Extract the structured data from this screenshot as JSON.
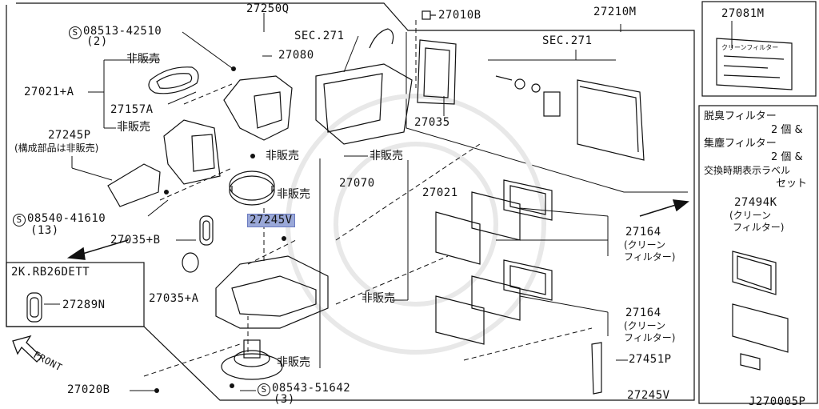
{
  "diagram": {
    "code": "J270005P",
    "sections": {
      "engine_box": "2K.RB26DETT",
      "front": "FRONT"
    },
    "labels": {
      "p27250q": "27250Q",
      "p27010b": "27010B",
      "p27210m": "27210M",
      "p27081m": "27081M",
      "s08513": "08513-42510",
      "s08513_qty": "(2)",
      "sec271_a": "SEC.271",
      "sec271_b": "SEC.271",
      "p27080": "27080",
      "hihanbai_1": "非販売",
      "p27021a": "27021+A",
      "p27157a": "27157A",
      "hihanbai_2": "非販売",
      "p27245p": "27245P",
      "p27245p_note": "(構成部品は非販売)",
      "p27035": "27035",
      "hihanbai_3": "非販売",
      "hihanbai_4": "非販売",
      "p27070": "27070",
      "hihanbai_5": "非販売",
      "p27021": "27021",
      "p27245v_hl": "27245V",
      "s08540": "08540-41610",
      "s08540_qty": "(13)",
      "p27035b": "27035+B",
      "p27164_a": "27164",
      "p27164_a_note1": "(クリーン",
      "p27164_a_note2": "フィルター)",
      "p27289n": "27289N",
      "p27035a": "27035+A",
      "hihanbai_6": "非販売",
      "p27164_b": "27164",
      "p27164_b_note1": "(クリーン",
      "p27164_b_note2": "フィルター)",
      "hihanbai_7": "非販売",
      "p27451p": "27451P",
      "p27020b": "27020B",
      "s08543": "08543-51642",
      "s08543_qty": "(3)",
      "p27245v": "27245V"
    },
    "side_panel": {
      "line1": "脱臭フィルター",
      "line2": "2 個 &",
      "line3": "集塵フィルター",
      "line4": "2 個 &",
      "line5": "交換時期表示ラベル",
      "line6": "セット",
      "kit_part": "27494K",
      "kit_note1": "(クリーン",
      "kit_note2": "フィルター)"
    },
    "label_sticker": {
      "text": "クリーンフィルター"
    }
  }
}
